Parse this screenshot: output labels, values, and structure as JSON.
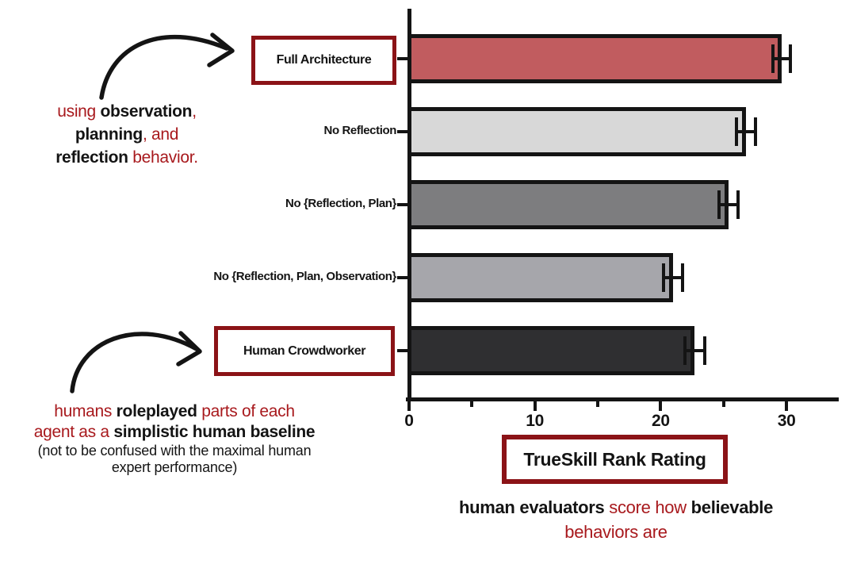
{
  "figure": {
    "annotation_top_left": {
      "line1": {
        "seg1": "using ",
        "seg2": "observation",
        "seg3": ","
      },
      "line2": {
        "seg1": "planning",
        "seg2": ", and"
      },
      "line3": {
        "seg1": "reflection",
        "seg2": " behavior."
      }
    },
    "annotation_bottom_left": {
      "line1": {
        "seg1": "humans ",
        "seg2": "roleplayed",
        "seg3": " parts of each"
      },
      "line2": {
        "seg1": "agent as a ",
        "seg2": "simplistic human baseline"
      },
      "line3": "(not to be confused with the maximal human",
      "line4": "expert performance)"
    },
    "caption": {
      "line1": {
        "seg1": "human evaluators",
        "seg2": " score how ",
        "seg3": "believable"
      },
      "line2": "behaviors are"
    }
  },
  "chart_data": {
    "type": "bar",
    "orientation": "horizontal",
    "title": "",
    "xlabel": "TrueSkill Rank Rating",
    "ylabel": "",
    "categories": [
      "Full Architecture",
      "No Reflection",
      "No {Reflection, Plan}",
      "No {Reflection, Plan, Observation}",
      "Human Crowdworker"
    ],
    "values": [
      29.6,
      26.8,
      25.4,
      21.0,
      22.7
    ],
    "errors": [
      0.7,
      0.75,
      0.75,
      0.75,
      0.8
    ],
    "bar_colors": [
      "#c15c5f",
      "#d8d8d8",
      "#7d7d7f",
      "#a6a6ab",
      "#2f2f31"
    ],
    "boxed_categories": [
      "Full Architecture",
      "Human Crowdworker"
    ],
    "xlim": [
      0,
      34
    ],
    "xticks": [
      0,
      10,
      20,
      30
    ],
    "minor_xticks": [
      5,
      15,
      25
    ],
    "grid": false,
    "legend": "none",
    "axis_color": "#141414",
    "accent_maroon": "#8b1317",
    "accent_red": "#a8191d"
  }
}
